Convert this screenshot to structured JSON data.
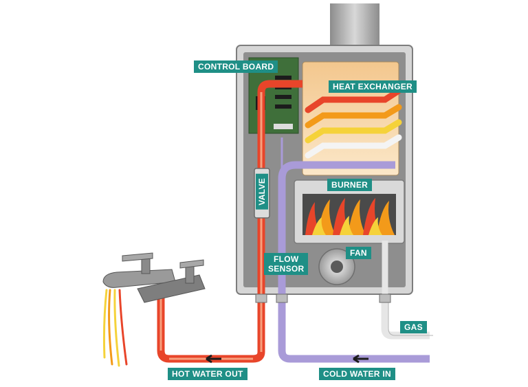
{
  "labels": {
    "control_board": "CONTROL BOARD",
    "heat_exchanger": "HEAT EXCHANGER",
    "burner": "BURNER",
    "valve": "VALVE",
    "flow_sensor_line1": "FLOW",
    "flow_sensor_line2": "SENSOR",
    "fan": "FAN",
    "gas": "GAS",
    "hot_water_out": "HOT WATER OUT",
    "cold_water_in": "COLD WATER IN"
  },
  "colors": {
    "label_bg": "#1f8f86",
    "hot_pipe": "#e8452a",
    "cold_pipe": "#a99bd8",
    "gas_pipe": "#e6e6e6",
    "unit_body": "#b9b9b9",
    "flame": "#f39a1a"
  }
}
